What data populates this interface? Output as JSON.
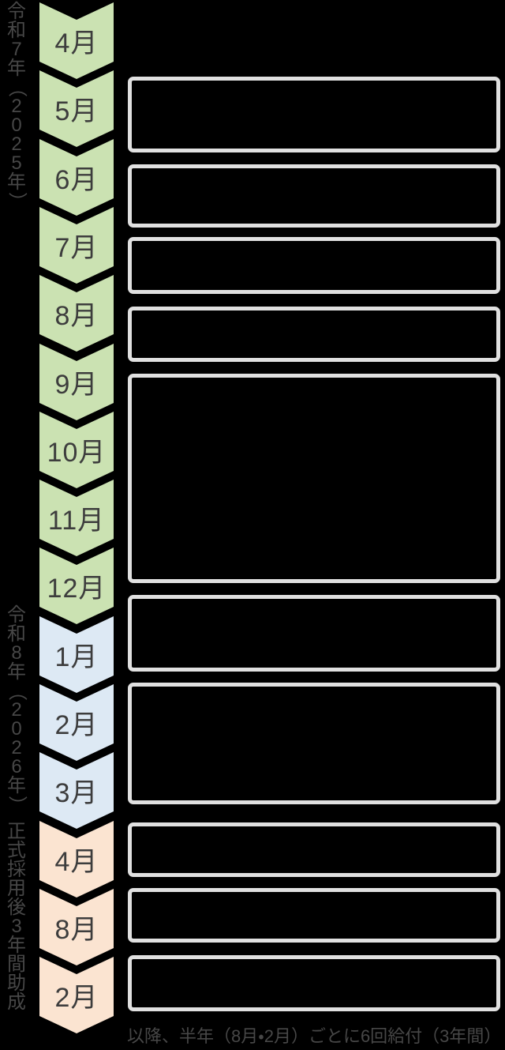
{
  "colors": {
    "background": "#000000",
    "green": "#cbe2b2",
    "blue": "#dde9f4",
    "orange": "#fbe4d1",
    "box_border": "#e0e0e0",
    "box_fill": "#000000",
    "month_text": "#3d3d3d",
    "label_text": "#474747"
  },
  "timeline": {
    "year_groups": [
      {
        "label": "令和7年（2025年）",
        "color": "green"
      },
      {
        "label": "令和8年（2026年）",
        "color": "blue"
      },
      {
        "label": "正式採用後3年間助成",
        "color": "orange"
      }
    ],
    "months": [
      {
        "label": "4月",
        "group": "green"
      },
      {
        "label": "5月",
        "group": "green"
      },
      {
        "label": "6月",
        "group": "green"
      },
      {
        "label": "7月",
        "group": "green"
      },
      {
        "label": "8月",
        "group": "green"
      },
      {
        "label": "9月",
        "group": "green"
      },
      {
        "label": "10月",
        "group": "green"
      },
      {
        "label": "11月",
        "group": "green"
      },
      {
        "label": "12月",
        "group": "green"
      },
      {
        "label": "1月",
        "group": "blue"
      },
      {
        "label": "2月",
        "group": "blue"
      },
      {
        "label": "3月",
        "group": "blue"
      },
      {
        "label": "4月",
        "group": "orange"
      },
      {
        "label": "8月",
        "group": "orange"
      },
      {
        "label": "2月",
        "group": "orange"
      }
    ]
  },
  "footer": {
    "note": "以降、半年（8月・2月）ごとに6回給付（3年間）"
  }
}
